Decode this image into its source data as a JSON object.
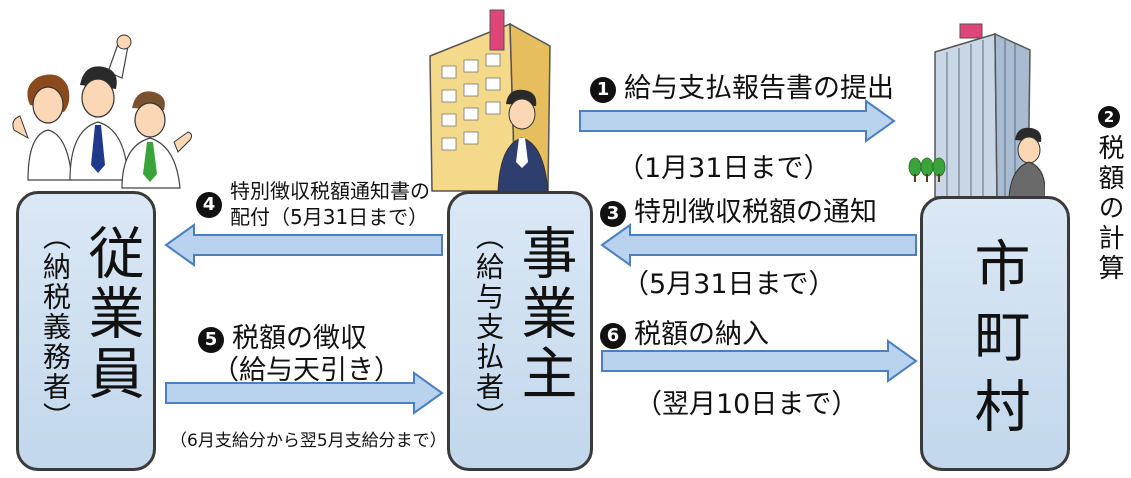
{
  "entities": {
    "employee": {
      "title": "従業員",
      "sub": "（納税義務者）"
    },
    "employer": {
      "title": "事業主",
      "sub": "（給与支払者）"
    },
    "municipality": {
      "title": "市町村"
    }
  },
  "steps": {
    "s1": {
      "num": "1",
      "label": "給与支払報告書の提出",
      "deadline": "（1月31日まで）"
    },
    "s2": {
      "num": "2",
      "label": "税額の計算"
    },
    "s3": {
      "num": "3",
      "label": "特別徴収税額の通知",
      "deadline": "（5月31日まで）"
    },
    "s4": {
      "num": "4",
      "label": "特別徴収税額通知書の",
      "label2": "配付（5月31日まで）"
    },
    "s5": {
      "num": "5",
      "label": "税額の徴収",
      "label2": "（給与天引き）",
      "note": "（6月支給分から翌5月支給分まで）"
    },
    "s6": {
      "num": "6",
      "label": "税額の納入",
      "deadline": "（翌月10日まで）"
    }
  },
  "colors": {
    "box_fill": "#c9dcef",
    "box_border": "#3a3a3a",
    "arrow_fill": "#b9d3ef",
    "arrow_stroke": "#4a7fc1",
    "building_yellow": "#f5d98a",
    "building_gray": "#b8c7d8"
  }
}
